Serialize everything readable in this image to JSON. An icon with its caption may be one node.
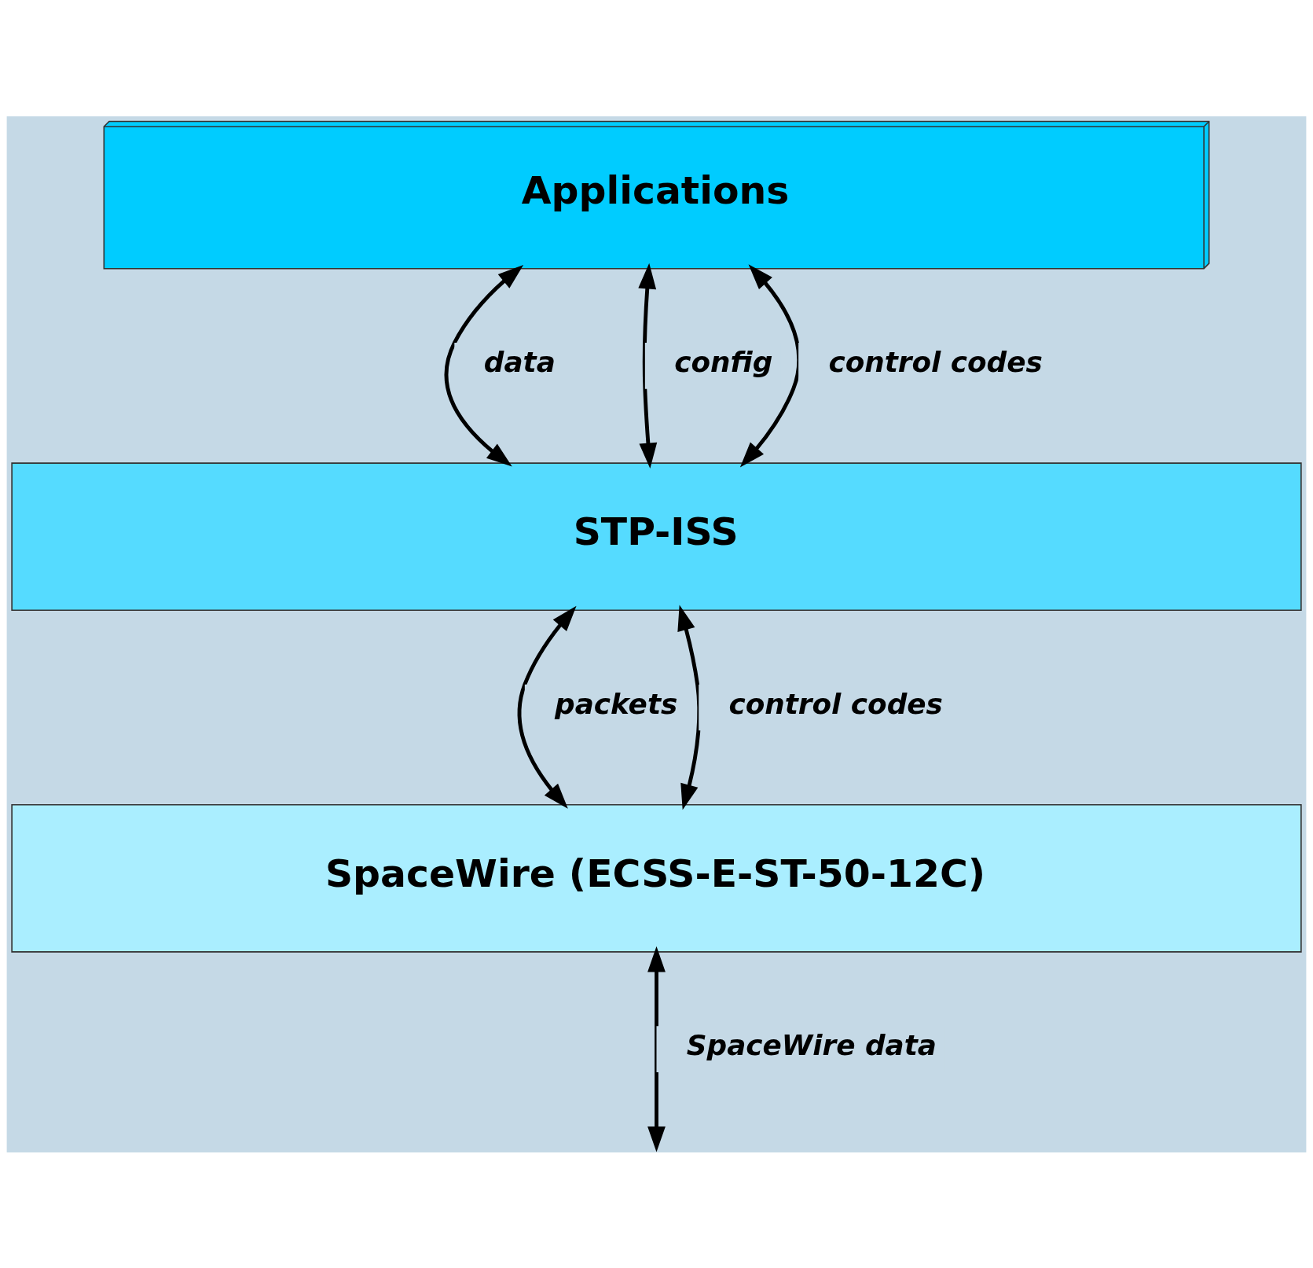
{
  "diagram": {
    "nodes": [
      {
        "text": [
          "Applications"
        ]
      },
      {
        "text": [
          "STP-ISS"
        ]
      },
      {
        "text": [
          "SpaceWire (ECSS-E-ST-50-12C)"
        ]
      }
    ],
    "edges": [
      {
        "from": 0,
        "to": 1,
        "arrow": "both",
        "label": "data"
      },
      {
        "from": 0,
        "to": 1,
        "arrow": "both",
        "label": "config"
      },
      {
        "from": 0,
        "to": 1,
        "arrow": "both",
        "label": "control codes"
      },
      {
        "from": 1,
        "to": 2,
        "arrow": "both",
        "label": "packets"
      },
      {
        "from": 1,
        "to": 2,
        "arrow": "both",
        "label": "control codes"
      },
      {
        "from": 2,
        "to": null,
        "arrow": "both",
        "label": "SpaceWire data"
      }
    ]
  }
}
